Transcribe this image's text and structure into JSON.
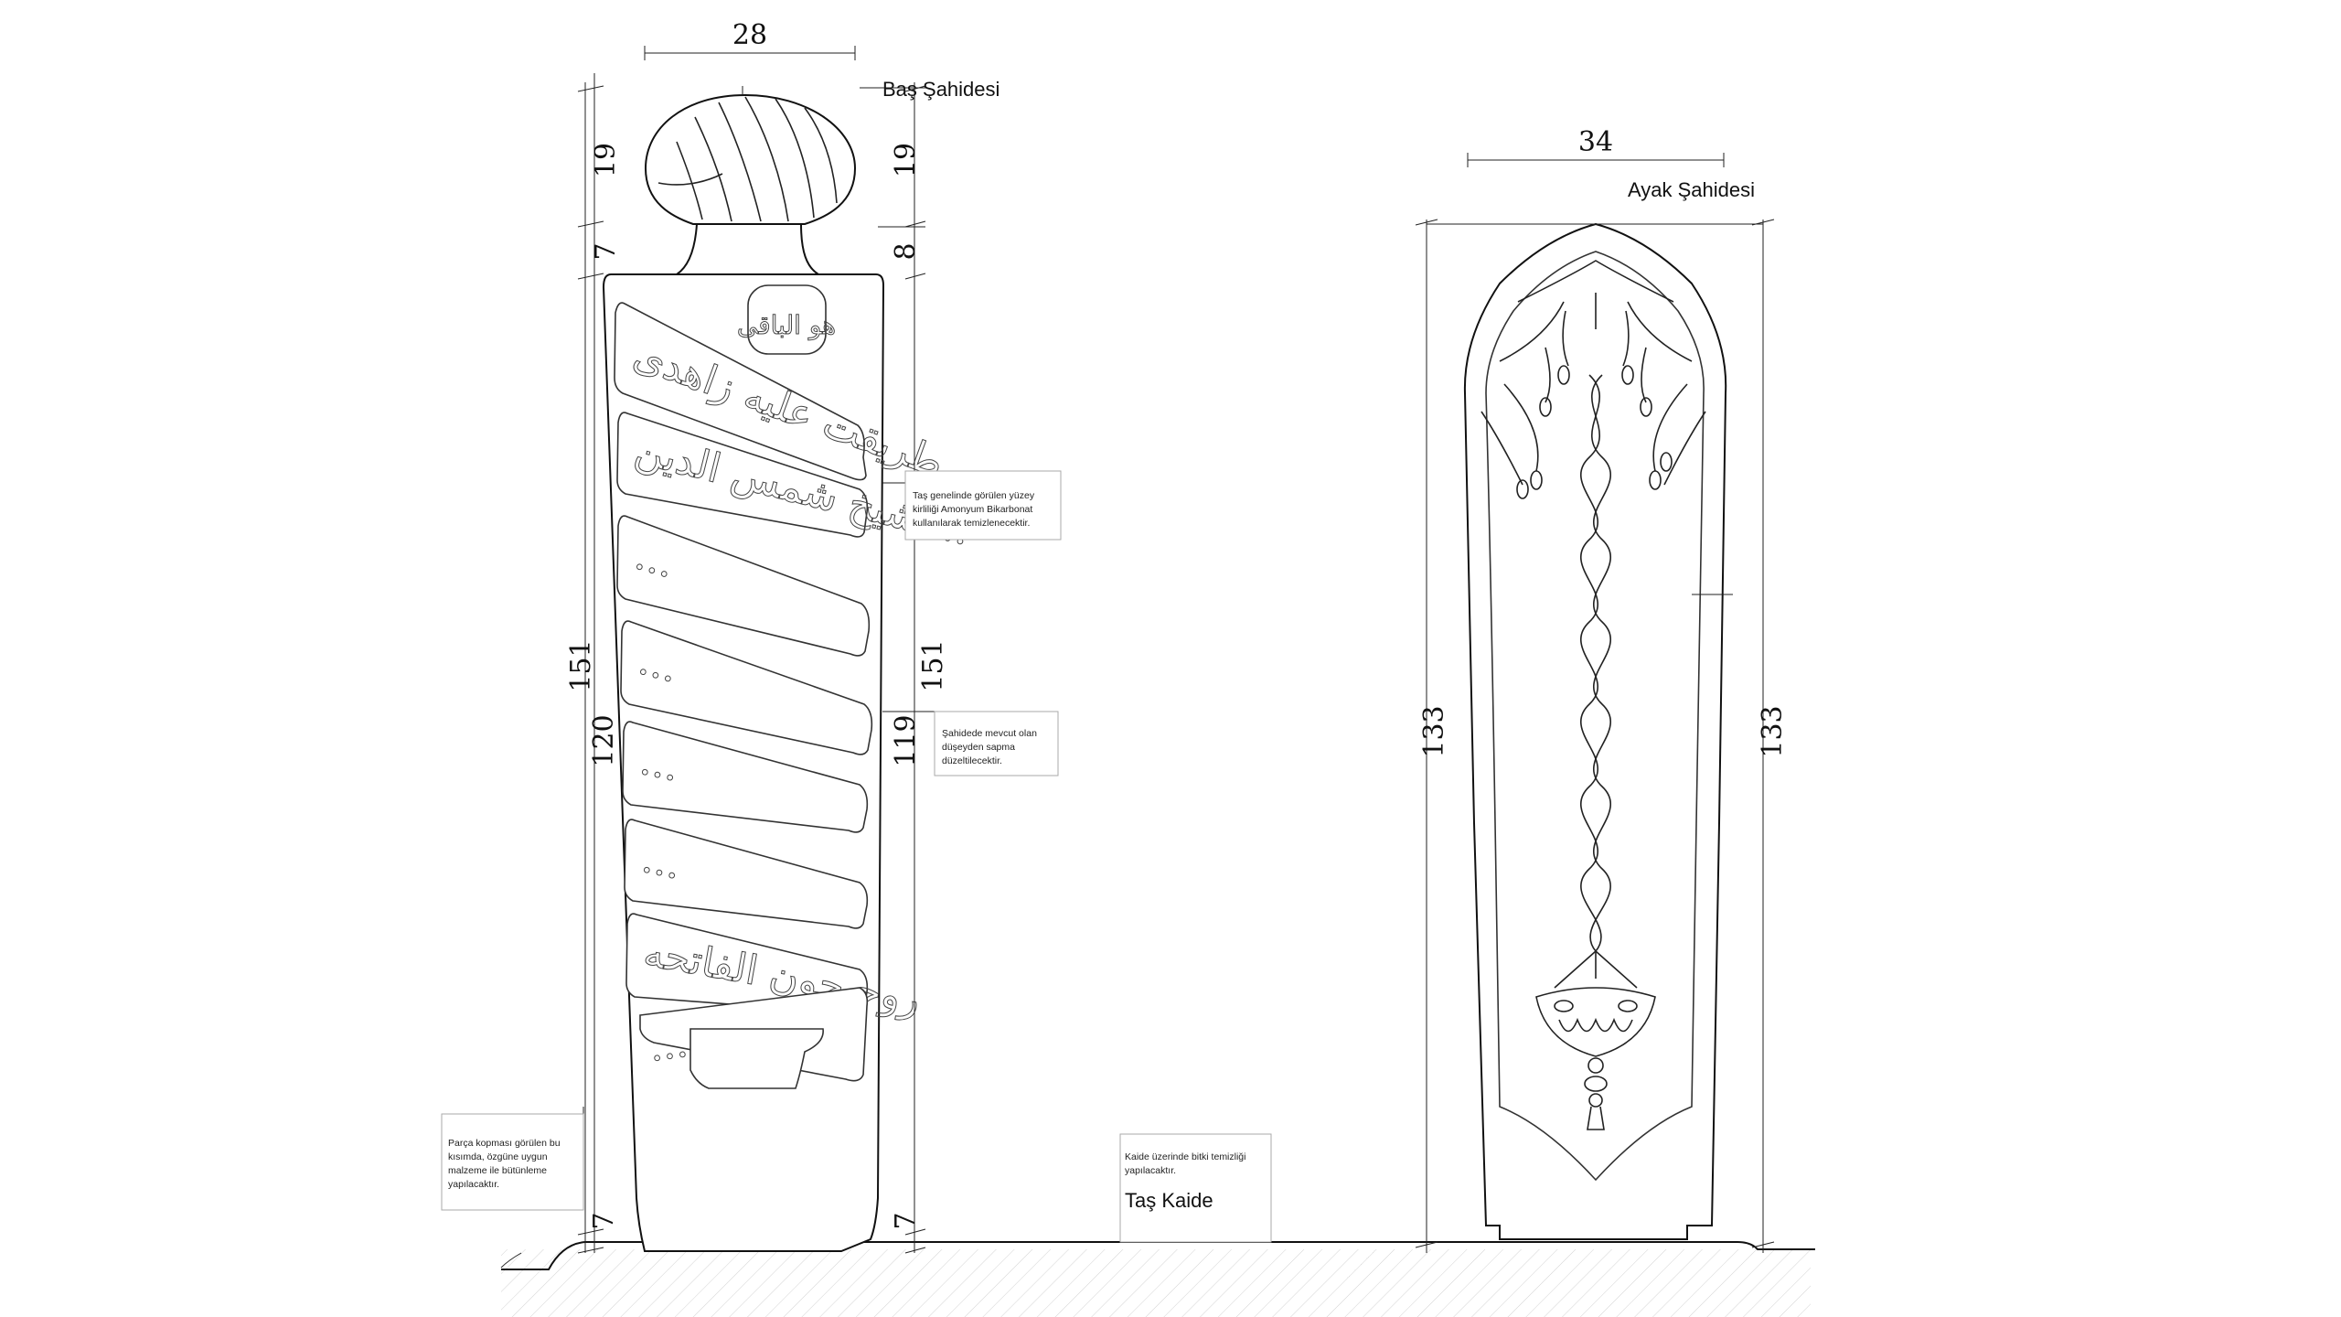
{
  "head_stone": {
    "title": "Baş Şahidesi",
    "dimensions": {
      "width_top": "28",
      "left_cap": "19",
      "right_cap": "19",
      "left_neck": "7",
      "right_neck": "8",
      "left_total": "151",
      "left_body": "120",
      "right_total": "151",
      "right_body": "119",
      "left_base": "7",
      "right_base": "7"
    },
    "inscription_lines": [
      "هو الباقى",
      "طریقت علیه زاهدی",
      "شیخ شمس الدین ...",
      "...",
      "...",
      "...",
      "...",
      "روحیچون الفاتحه",
      "..."
    ]
  },
  "foot_stone": {
    "title": "Ayak Şahidesi",
    "dimensions": {
      "width_top": "34",
      "left_height": "133",
      "right_height": "133"
    }
  },
  "base_label": "Taş Kaide",
  "notes": {
    "surface": [
      "Taş genelinde görülen yüzey",
      "kirliliği Amonyum Bikarbonat",
      "kullanılarak temizlenecektir."
    ],
    "plumb": [
      "Şahidede mevcut olan",
      "düşeyden sapma",
      "düzeltilecektir."
    ],
    "fragment": [
      "Parça kopması görülen bu",
      "kısımda, özgüne uygun",
      "malzeme ile bütünleme",
      "yapılacaktır."
    ],
    "base": [
      "Kaide üzerinde bitki temizliği",
      "yapılacaktır."
    ]
  },
  "colors": {
    "line": "#111111",
    "note_border": "#aaaaaa",
    "hatch": "#bbbbbb"
  }
}
